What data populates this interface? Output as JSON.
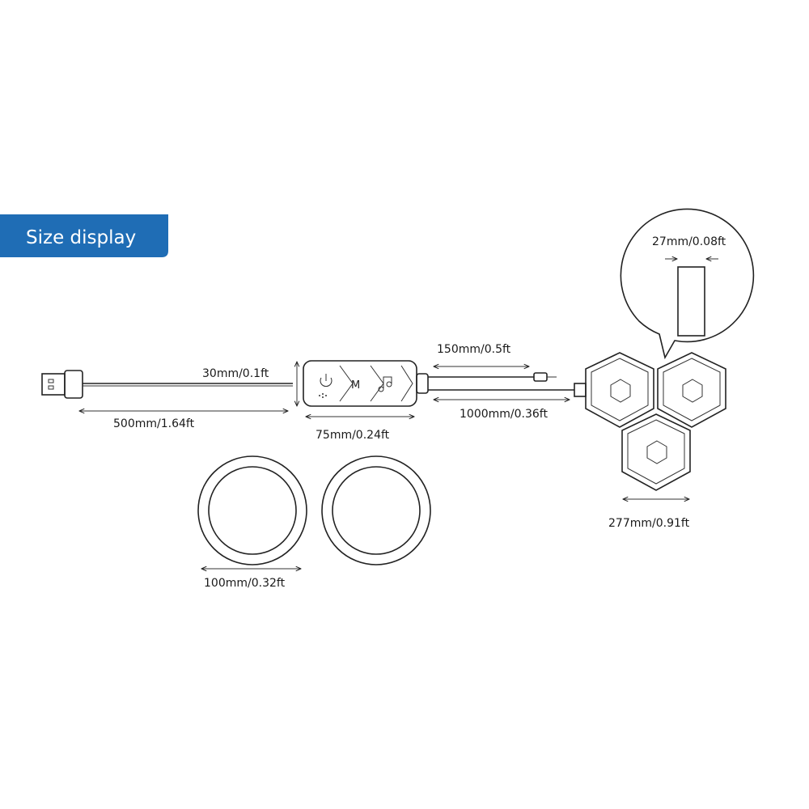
{
  "banner": {
    "title": "Size display",
    "color": "#1f6db5"
  },
  "dimensions": {
    "usb_cable": "500mm/1.64ft",
    "controller_height": "30mm/0.1ft",
    "controller_width": "75mm/0.24ft",
    "short_cable": "150mm/0.5ft",
    "long_cable": "1000mm/0.36ft",
    "panel_thickness": "27mm/0.08ft",
    "hexagon_width": "277mm/0.91ft",
    "ring_diameter": "100mm/0.32ft"
  },
  "controller": {
    "buttons": [
      {
        "icon": "power-icon"
      },
      {
        "label": "M",
        "icon": "mode-icon"
      },
      {
        "icon": "music-icon"
      }
    ]
  }
}
